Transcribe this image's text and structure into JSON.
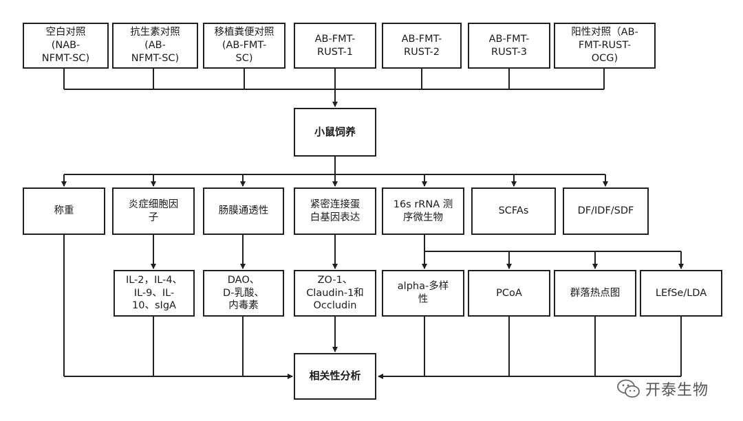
{
  "diagram": {
    "groups": [
      {
        "id": "g1",
        "label": "空白对照\n(NAB-\nNFMT-SC)"
      },
      {
        "id": "g2",
        "label": "抗生素对照\n(AB-\nNFMT-SC)"
      },
      {
        "id": "g3",
        "label": "移植粪便对照\n(AB-FMT-\nSC)"
      },
      {
        "id": "g4",
        "label": "AB-FMT-\nRUST-1"
      },
      {
        "id": "g5",
        "label": "AB-FMT-\nRUST-2"
      },
      {
        "id": "g6",
        "label": "AB-FMT-\nRUST-3"
      },
      {
        "id": "g7",
        "label": "阳性对照（AB-\nFMT-RUST-\nOCG)"
      }
    ],
    "hub": {
      "label": "小鼠饲养"
    },
    "measures": [
      {
        "id": "m1",
        "label": "称重"
      },
      {
        "id": "m2",
        "label": "炎症细胞因\n子"
      },
      {
        "id": "m3",
        "label": "肠膜通透性"
      },
      {
        "id": "m4",
        "label": "紧密连接蛋\n白基因表达"
      },
      {
        "id": "m5",
        "label": "16s rRNA 测\n序微生物"
      },
      {
        "id": "m6",
        "label": "SCFAs"
      },
      {
        "id": "m7",
        "label": "DF/IDF/SDF"
      }
    ],
    "details": [
      {
        "id": "d1",
        "label": "IL-2，IL-4、\nIL-9、IL-\n10、sIgA"
      },
      {
        "id": "d2",
        "label": "DAO、\nD-乳酸、\n内毒素"
      },
      {
        "id": "d3",
        "label": "ZO-1、\nClaudin-1和\nOccludin"
      },
      {
        "id": "d4",
        "label": "alpha-多样\n性"
      },
      {
        "id": "d5",
        "label": "PCoA"
      },
      {
        "id": "d6",
        "label": "群落热点图"
      },
      {
        "id": "d7",
        "label": "LEfSe/LDA"
      }
    ],
    "sink": {
      "label": "相关性分析"
    }
  },
  "watermark": {
    "text": "开泰生物",
    "icon": "wechat-icon"
  }
}
